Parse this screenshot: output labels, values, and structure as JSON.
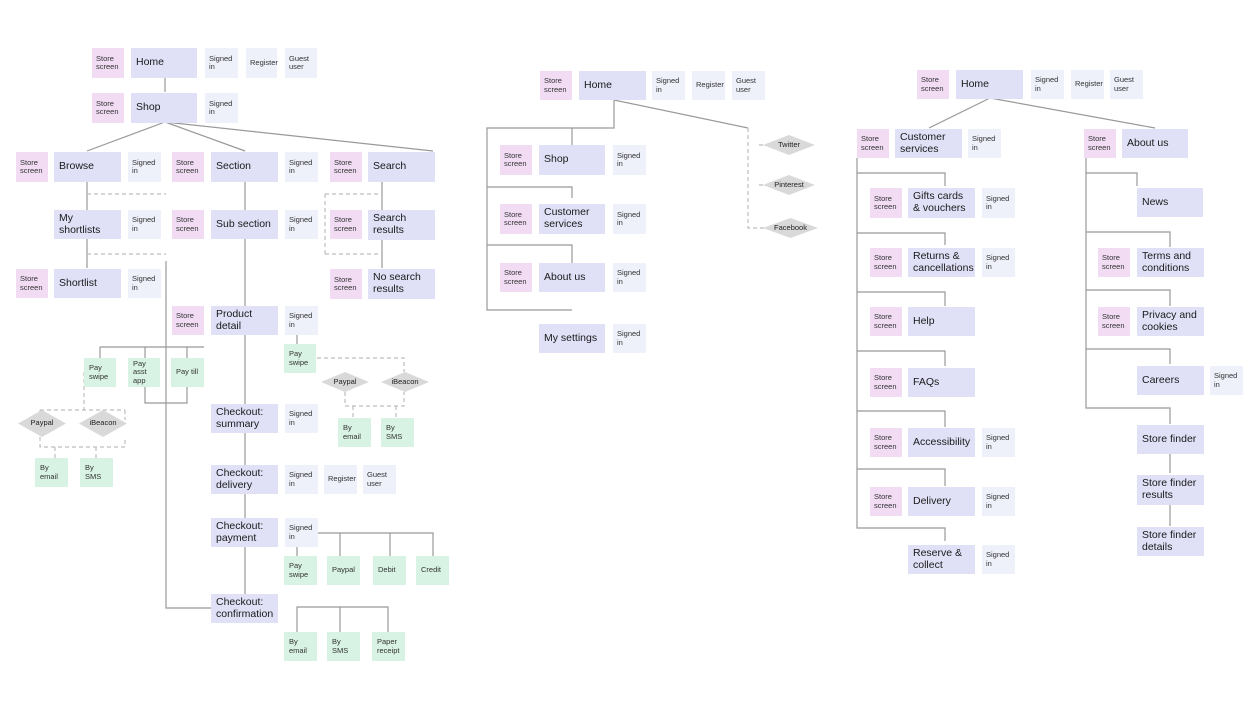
{
  "colors": {
    "page_box": "#e0e1f7",
    "store_tag": "#f1dcf4",
    "signed_tag": "#eef0fa",
    "green_box": "#d8f3e3",
    "diamond": "#d9d9d9",
    "line": "#999999"
  },
  "labels": {
    "store_screen": "Store screen",
    "signed_in": "Signed in",
    "register": "Register",
    "guest_user": "Guest user",
    "home": "Home",
    "shop": "Shop",
    "browse": "Browse",
    "section": "Section",
    "search": "Search",
    "my_shortlists": "My shortlists",
    "sub_section": "Sub section",
    "search_results": "Search results",
    "shortlist": "Shortlist",
    "no_search_results": "No search results",
    "product_detail": "Product detail",
    "pay_swipe": "Pay swipe",
    "pay_asst_app": "Pay asst app",
    "pay_till": "Pay till",
    "paypal": "Paypal",
    "ibeacon": "iBeacon",
    "by_email": "By email",
    "by_sms": "By SMS",
    "checkout_summary": "Checkout: summary",
    "checkout_delivery": "Checkout: delivery",
    "checkout_payment": "Checkout: payment",
    "checkout_confirmation": "Checkout: confirmation",
    "debit": "Debit",
    "credit": "Credit",
    "paper_receipt": "Paper receipt",
    "customer_services": "Customer services",
    "about_us": "About us",
    "my_settings": "My settings",
    "twitter": "Twitter",
    "pinterest": "Pinterest",
    "facebook": "Facebook",
    "gifts_cards": "Gifts cards & vouchers",
    "returns": "Returns & cancellations",
    "help": "Help",
    "faqs": "FAQs",
    "accessibility": "Accessibility",
    "delivery": "Delivery",
    "reserve_collect": "Reserve & collect",
    "news": "News",
    "terms": "Terms and conditions",
    "privacy": "Privacy and cookies",
    "careers": "Careers",
    "store_finder": "Store finder",
    "store_finder_results": "Store finder results",
    "store_finder_details": "Store finder details"
  }
}
